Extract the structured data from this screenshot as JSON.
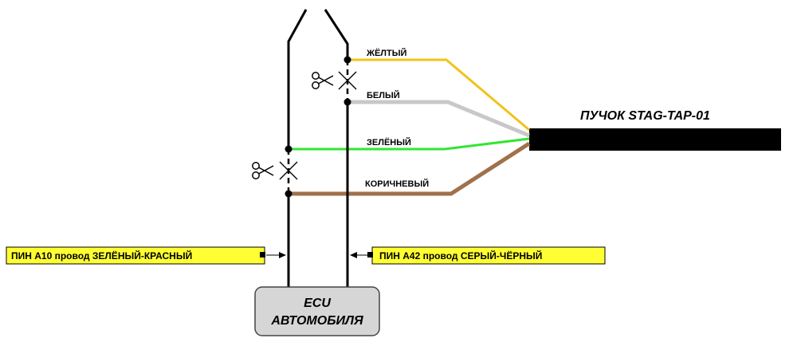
{
  "harness": {
    "title": "ПУЧОК STAG-TAP-01"
  },
  "wires": [
    {
      "label": "ЖЁЛТЫЙ",
      "color": "#f2c21a"
    },
    {
      "label": "БЕЛЫЙ",
      "color": "#c8c8c8"
    },
    {
      "label": "ЗЕЛЁНЫЙ",
      "color": "#33e533"
    },
    {
      "label": "КОРИЧНЕВЫЙ",
      "color": "#a0714a"
    }
  ],
  "pins": {
    "left": {
      "label": "ПИН A10 провод ЗЕЛЁНЫЙ-КРАСНЫЙ"
    },
    "right": {
      "label": "ПИН A42 провод СЕРЫЙ-ЧЁРНЫЙ"
    },
    "highlight_color": "#ffff33"
  },
  "ecu": {
    "line1": "ECU",
    "line2": "АВТОМОБИЛЯ"
  },
  "icons": {
    "cut": "scissors-icon"
  }
}
